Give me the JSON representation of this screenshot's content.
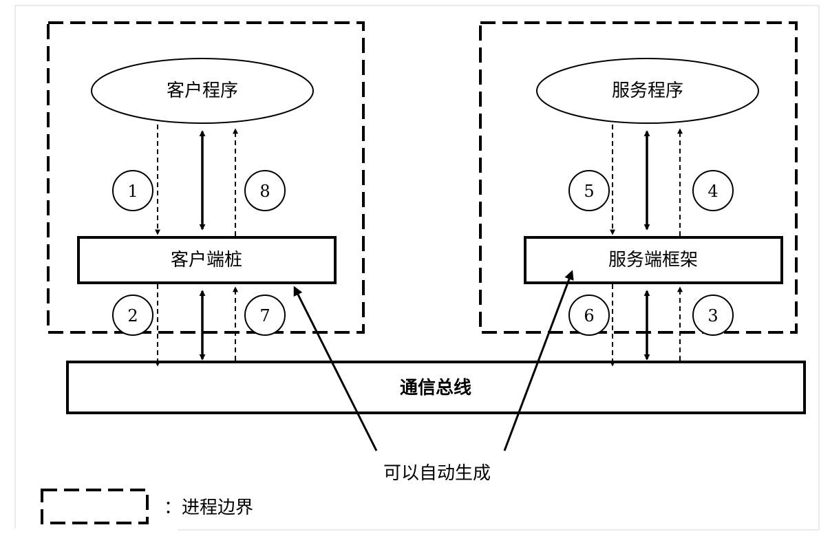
{
  "client": {
    "program_label": "客户程序",
    "stub_label": "客户端桩"
  },
  "server": {
    "program_label": "服务程序",
    "skeleton_label": "服务端框架"
  },
  "bus_label": "通信总线",
  "autogen_label": "可以自动生成",
  "legend": {
    "text": "：进程边界"
  },
  "steps": {
    "s1": "1",
    "s2": "2",
    "s3": "3",
    "s4": "4",
    "s5": "5",
    "s6": "6",
    "s7": "7",
    "s8": "8"
  }
}
